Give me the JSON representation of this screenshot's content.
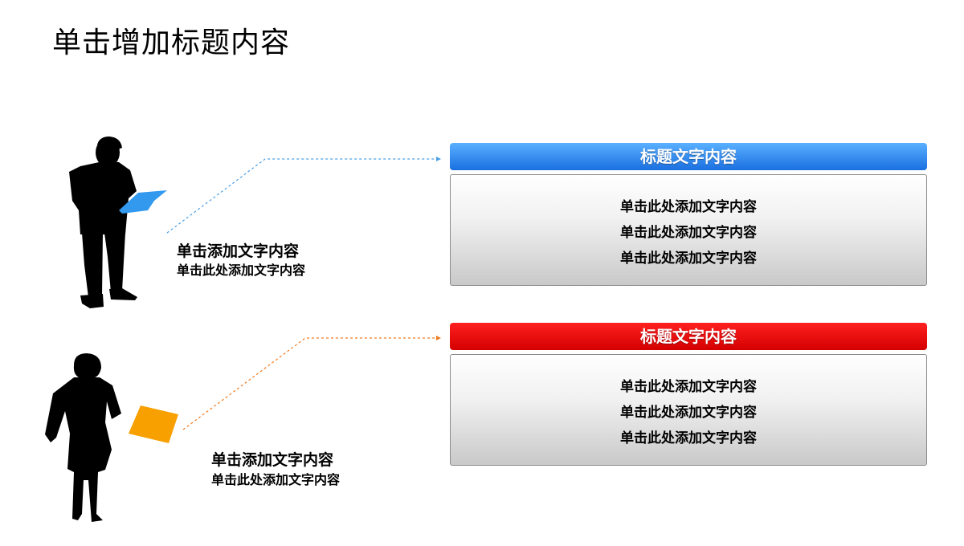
{
  "title": "单击增加标题内容",
  "colors": {
    "blue_top": "#5ab0ff",
    "blue_bottom": "#1a6fe0",
    "red_top": "#ff2020",
    "red_bottom": "#d40000",
    "blue_connector": "#4aa0e8",
    "orange_connector": "#f07a20",
    "tablet_blue": "#3399ee",
    "paper_orange": "#f7a000"
  },
  "rows": [
    {
      "figure": "man-silhouette",
      "caption_main": "单击添加文字内容",
      "caption_sub": "单击此处添加文字内容",
      "header": "标题文字内容",
      "box_lines": [
        "单击此处添加文字内容",
        "单击此处添加文字内容",
        "单击此处添加文字内容"
      ]
    },
    {
      "figure": "woman-silhouette",
      "caption_main": "单击添加文字内容",
      "caption_sub": "单击此处添加文字内容",
      "header": "标题文字内容",
      "box_lines": [
        "单击此处添加文字内容",
        "单击此处添加文字内容",
        "单击此处添加文字内容"
      ]
    }
  ]
}
